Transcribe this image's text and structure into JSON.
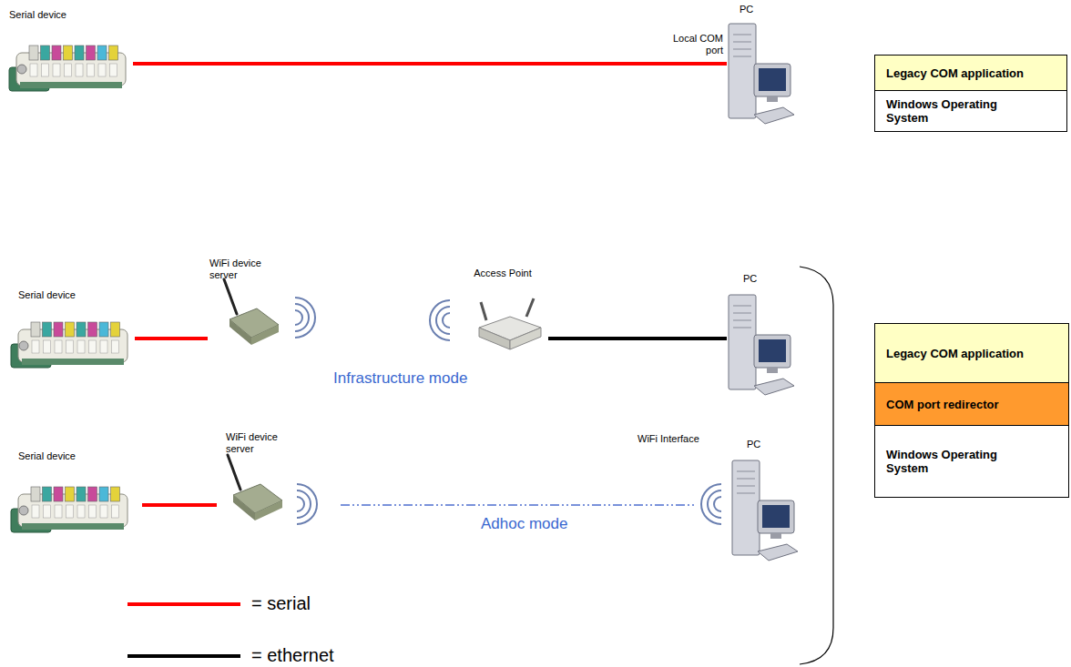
{
  "diagram": {
    "nodes": [
      {
        "text": [
          "Serial device"
        ]
      },
      {
        "text": [
          "PC"
        ]
      },
      {
        "text": [
          "Legacy COM application"
        ]
      },
      {
        "text": [
          "Windows Operating System"
        ]
      },
      {
        "text": [
          "Serial device"
        ]
      },
      {
        "text": [
          "WiFi device server"
        ]
      },
      {
        "text": [
          "Access Point"
        ]
      },
      {
        "text": [
          "PC"
        ]
      },
      {
        "text": [
          "Legacy COM application"
        ]
      },
      {
        "text": [
          "COM port redirector"
        ]
      },
      {
        "text": [
          "Windows Operating System"
        ]
      },
      {
        "text": [
          "Serial device"
        ]
      },
      {
        "text": [
          "WiFi device server"
        ]
      },
      {
        "text": [
          "PC"
        ]
      }
    ],
    "edges": [
      {
        "from": 0,
        "to": 1,
        "arrow": "none"
      },
      {
        "from": 4,
        "to": 5,
        "arrow": "none"
      },
      {
        "from": 6,
        "to": 7,
        "arrow": "none"
      },
      {
        "from": 11,
        "to": 12,
        "arrow": "none"
      },
      {
        "from": 12,
        "to": 13,
        "arrow": "none"
      }
    ],
    "labels": [
      "Local COM port",
      "Infrastructure mode",
      "WiFi Interface",
      "Adhoc mode"
    ],
    "legend": [
      {
        "text": "= serial"
      },
      {
        "text": "= ethernet"
      }
    ]
  }
}
